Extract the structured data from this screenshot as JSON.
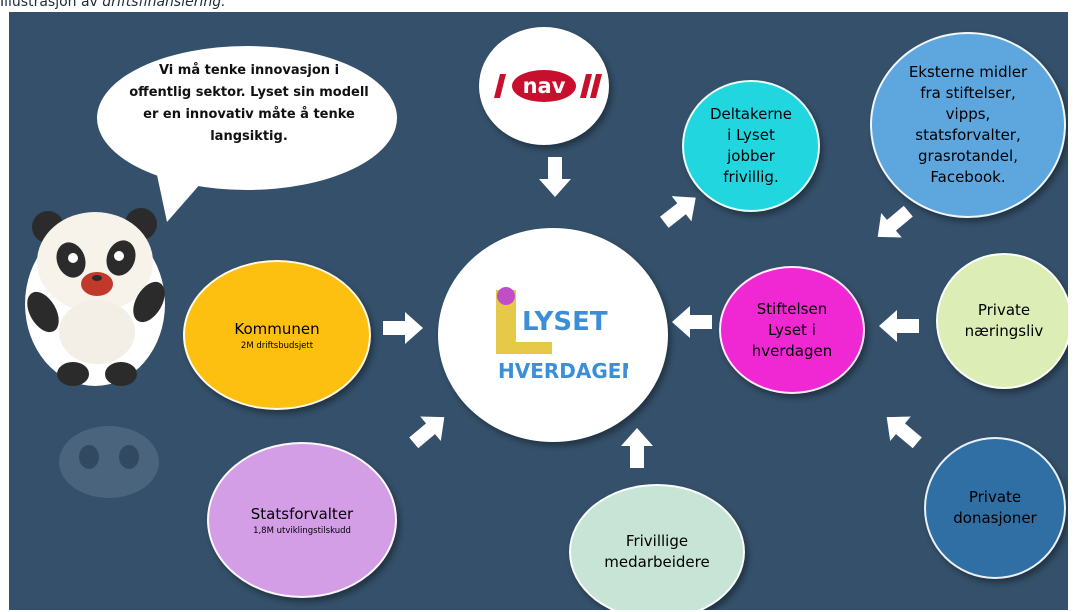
{
  "caption": {
    "prefix": "Illustrasjon av ",
    "italic": "driftsfinansiering."
  },
  "speech": {
    "lines": [
      "Vi må tenke innovasjon i",
      "offentlig sektor. Lyset sin modell",
      "er en innovativ måte å tenke",
      "langsiktig."
    ]
  },
  "nav_logo": {
    "text": "nav"
  },
  "center": {
    "line1": "LYSET",
    "line2": "HVERDAGEN"
  },
  "nodes": {
    "deltakerne": [
      "Deltakerne",
      "i Lyset",
      "jobber",
      "frivillig."
    ],
    "eksterne": [
      "Eksterne midler",
      "fra stiftelser,",
      "vipps,",
      "statsforvalter,",
      "grasrotandel,",
      "Facebook."
    ],
    "kommunen": {
      "title": "Kommunen",
      "sub": "2M driftsbudsjett"
    },
    "stiftelsen": [
      "Stiftelsen",
      "Lyset i",
      "hverdagen"
    ],
    "naeringsliv": [
      "Private",
      "næringsliv"
    ],
    "statsforvalter": {
      "title": "Statsforvalter",
      "sub": "1,8M utviklingstilskudd"
    },
    "frivillige": [
      "Frivillige",
      "medarbeidere"
    ],
    "donasjoner": [
      "Private",
      "donasjoner"
    ]
  },
  "colors": {
    "background": "#34506a",
    "kommunen": "#fdbf10",
    "deltakerne": "#22d6e0",
    "eksterne": "#5ea6de",
    "stiftelsen": "#ef28d4",
    "naeringsliv": "#dcedb5",
    "statsforvalter": "#d39ee6",
    "frivillige": "#c7e4d6",
    "donasjoner": "#2f6fa3",
    "nav_red": "#c8102e"
  }
}
